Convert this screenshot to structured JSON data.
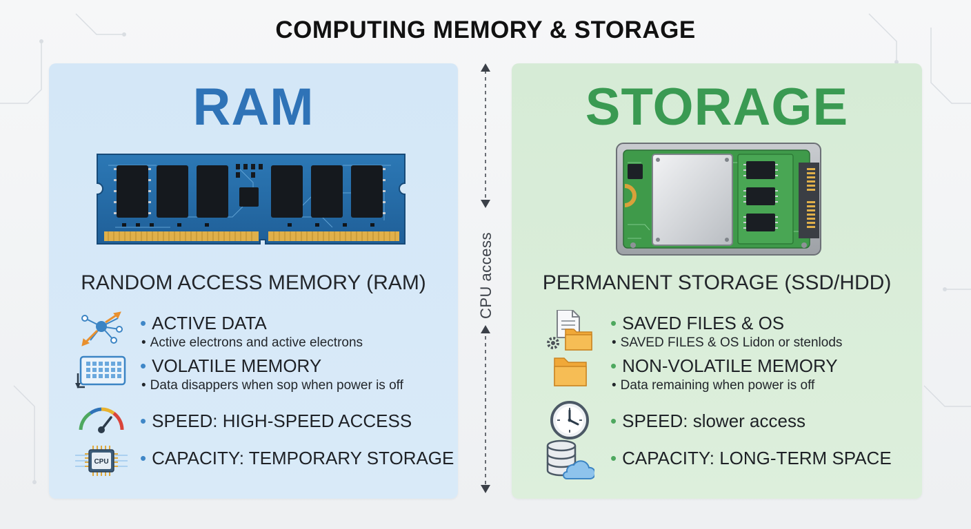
{
  "title": "COMPUTING MEMORY & STORAGE",
  "axis_label": "CPU access",
  "ram": {
    "title": "RAM",
    "subtitle": "RANDOM ACCESS MEMORY (RAM)",
    "chip_label": "CPU",
    "features": [
      {
        "icon": "network-arrows-icon",
        "heading": "ACTIVE DATA",
        "detail": "Active electrons and active electrons"
      },
      {
        "icon": "memory-grid-icon",
        "heading": "VOLATILE MEMORY",
        "detail": "Data disappers  when sop when power is off"
      },
      {
        "icon": "speedometer-icon",
        "heading": "SPEED: HIGH-SPEED ACCESS",
        "detail": ""
      },
      {
        "icon": "cpu-chip-icon",
        "heading": "CAPACITY: TEMPORARY STORAGE",
        "detail": ""
      }
    ]
  },
  "storage": {
    "title": "STORAGE",
    "subtitle": "PERMANENT STORAGE (SSD/HDD)",
    "features": [
      {
        "icon": "document-folder-gear-icon",
        "heading": "SAVED FILES & OS",
        "detail": "SAVED FILES & OS Lidon or stenlods"
      },
      {
        "icon": "folder-icon",
        "heading": "NON-VOLATILE MEMORY",
        "detail": "Data remaining  when power is off"
      },
      {
        "icon": "clock-icon",
        "heading": "SPEED: slower access",
        "detail": ""
      },
      {
        "icon": "database-cloud-icon",
        "heading": "CAPACITY: LONG-TERM SPACE",
        "detail": ""
      }
    ]
  },
  "colors": {
    "ram_accent": "#2f73b7",
    "storage_accent": "#3a9a52",
    "ram_panel": "#d6e8f7",
    "storage_panel": "#d9edd9"
  }
}
